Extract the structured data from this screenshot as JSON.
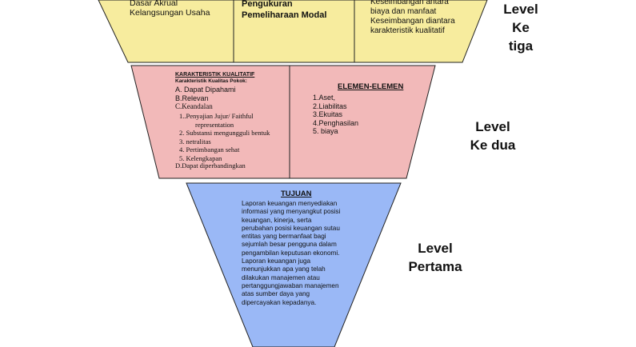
{
  "colors": {
    "top_fill": "#f7ec9e",
    "mid_fill": "#f2b9b9",
    "bottom_fill": "#9ab8f6",
    "stroke": "#222222"
  },
  "top": {
    "col1": [
      "Dasar Akrual",
      "Kelangsungan Usaha"
    ],
    "col2": [
      "Pengukuran",
      "Pemeliharaan Modal"
    ],
    "col3": [
      "Keseimbangan antara",
      "biaya dan manfaat",
      "Keseimbangan diantara",
      "karakteristik kualitatif"
    ]
  },
  "middle": {
    "left_title": "KARAKTERISTIK KUALITATIF",
    "left_subtitle": "Karakteristik Kualitas Pokok:",
    "left_items": [
      "A. Dapat Dipahami",
      "B.Relevan",
      "C.Keandalan"
    ],
    "left_subitems": [
      "1..Penyajian Jujur/ Faithful",
      "representation",
      "2. Substansi mengungguli bentuk",
      "3. netralitas",
      "4. Pertimbangan sehat",
      "5. Kelengkapan"
    ],
    "left_last": "D.Dapat diperbandingkan",
    "right_title": "ELEMEN-ELEMEN",
    "right_items": [
      "1.Aset,",
      "2.Liabilitas",
      "3.Ekuitas",
      "4.Penghasilan",
      "5. biaya"
    ]
  },
  "bottom": {
    "title": "TUJUAN",
    "lines": [
      "Laporan keuangan menyediakan",
      "informasi yang menyangkut posisi",
      "keuangan, kinerja, serta",
      "perubahan posisi keuangan sutau",
      "entitas yang bermanfaat bagi",
      "sejumlah besar pengguna dalam",
      "pengambilan keputusan ekonomi.",
      "Laporan keuangan juga",
      "menunjukkan apa yang telah",
      "dilakukan manajemen atau",
      "pertanggungjawaban manajemen",
      "atas sumber daya yang",
      "dipercayakan kepadanya."
    ]
  },
  "levels": {
    "three": [
      "Level",
      "Ke",
      "tiga"
    ],
    "two": [
      "Level",
      "Ke dua"
    ],
    "one": [
      "Level",
      "Pertama"
    ]
  }
}
